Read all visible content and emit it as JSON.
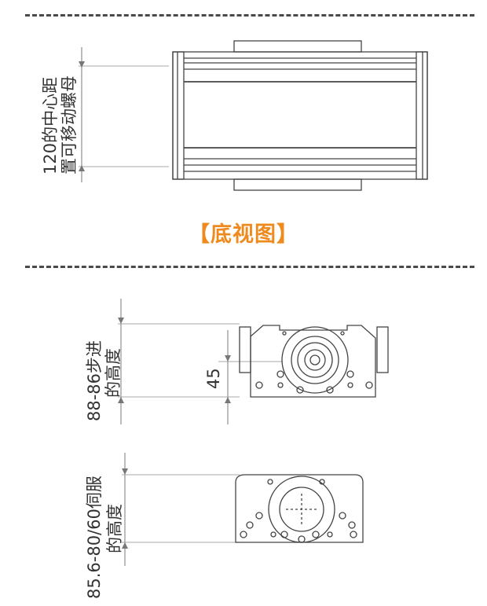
{
  "bottom_view": {
    "label_line1": "120的中心距",
    "label_line2": "置可移动螺母",
    "title": "【底视图】"
  },
  "stepper_view": {
    "label_line1": "88-86步进",
    "label_line2": "的高度",
    "dimension": "45"
  },
  "servo_view": {
    "label_line1": "85.6-80/60伺服",
    "label_line2": "的高度"
  }
}
